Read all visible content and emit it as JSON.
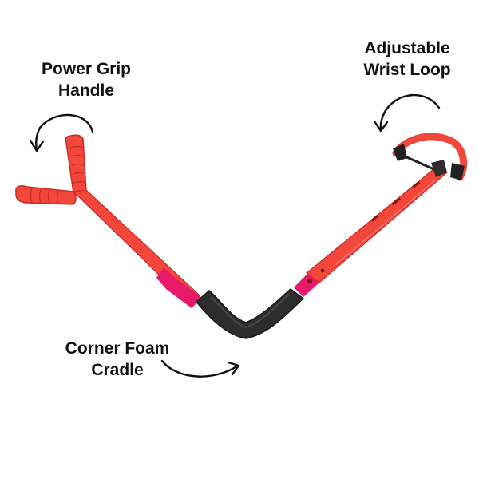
{
  "callouts": {
    "power_grip": {
      "line1": "Power Grip",
      "line2": "Handle"
    },
    "wrist_loop": {
      "line1": "Adjustable",
      "line2": "Wrist Loop"
    },
    "corner_foam": {
      "line1": "Corner Foam",
      "line2": "Cradle"
    }
  },
  "colors": {
    "tool_red": "#f4473c",
    "tool_red_dark": "#c92c24",
    "foam_black": "#2d2d2d",
    "band_pink": "#e8196b",
    "arrow": "#111111"
  },
  "icons": {
    "curved_arrow": "curved-arrow-icon"
  }
}
